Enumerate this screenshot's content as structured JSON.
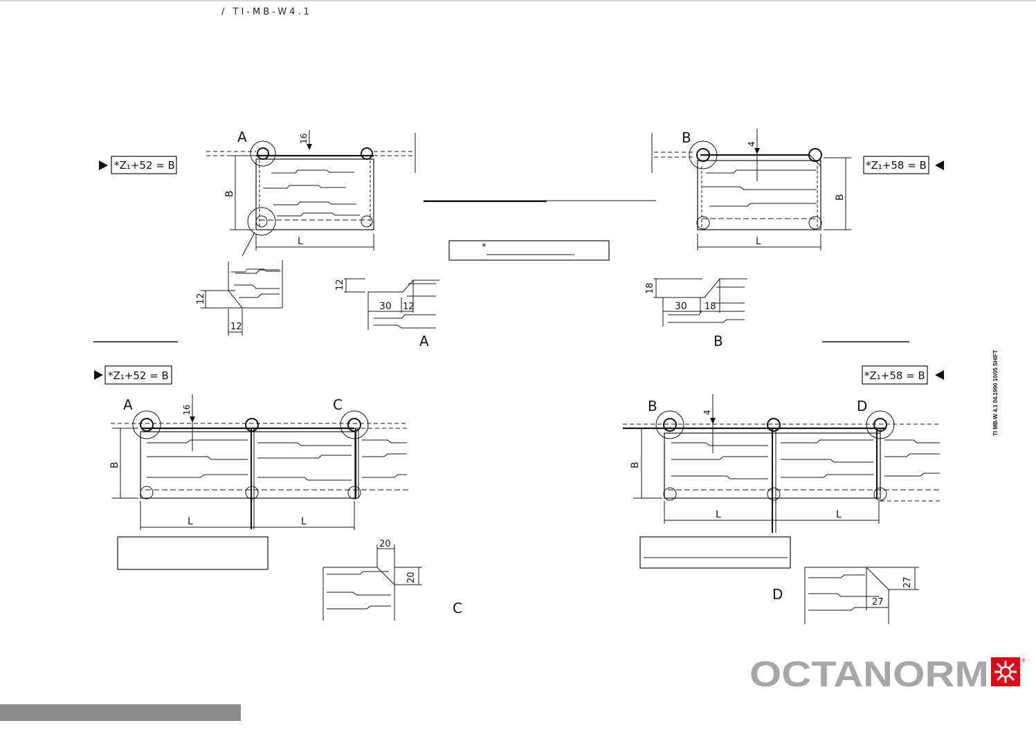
{
  "header": {
    "doc_id": "/ TI-MB-W4.1"
  },
  "side_note": "TI MB-W 4.1 04.1990 10/05 SHIFT",
  "formulas": {
    "z52": "*Z₁+52 = B",
    "z58": "*Z₁+58 = B"
  },
  "panels": {
    "top_left": {
      "joint": "A",
      "dim_offset": "16",
      "dim_height": "B",
      "dim_length": "L"
    },
    "top_right": {
      "joint": "B",
      "dim_offset": "4",
      "dim_height": "B",
      "dim_length": "L"
    },
    "bottom_left": {
      "joint_left": "A",
      "joint_right": "C",
      "dim_offset": "16",
      "dim_height": "B",
      "dim_length_1": "L",
      "dim_length_2": "L"
    },
    "bottom_right": {
      "joint_left": "B",
      "joint_right": "D",
      "dim_offset": "4",
      "dim_height": "B",
      "dim_length_1": "L",
      "dim_length_2": "L"
    }
  },
  "center_box": {
    "asterisk": "*"
  },
  "details": {
    "left_notch": {
      "cut_height": "12",
      "cut_width": "12"
    },
    "A": {
      "label": "A",
      "v": "12",
      "w": "30",
      "cut": "12"
    },
    "B": {
      "label": "B",
      "v": "18",
      "w": "30",
      "cut": "18"
    },
    "C": {
      "label": "C",
      "w": "20",
      "h": "20"
    },
    "D": {
      "label": "D",
      "w": "27",
      "h": "27"
    }
  },
  "logo": {
    "text": "OCTANORM",
    "registered": "®"
  }
}
